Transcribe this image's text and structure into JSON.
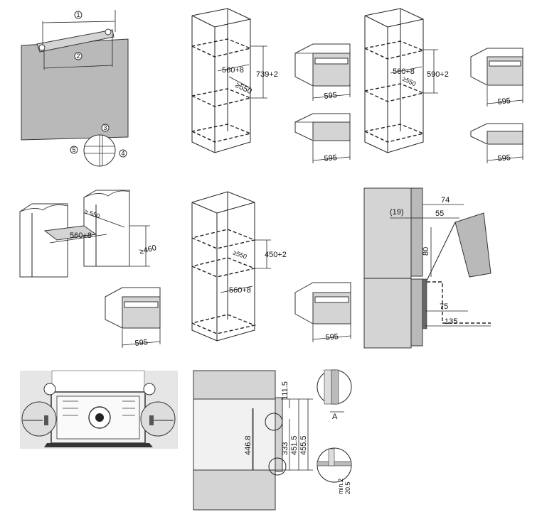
{
  "panel1": {
    "callouts": [
      "1",
      "2",
      "3",
      "4",
      "5"
    ]
  },
  "panel2": {
    "depth": "≥550",
    "width": "560+8",
    "height": "739+2"
  },
  "panel3": {
    "width_top": "595",
    "width_bottom": "595"
  },
  "panel4": {
    "depth": "≥550",
    "width": "560+8",
    "height": "590+2"
  },
  "panel5": {
    "width_top": "595",
    "width_bottom": "595"
  },
  "panel6": {
    "depth": "≥ 550",
    "width": "560+8",
    "height": "≥460"
  },
  "panel7": {
    "width": "595"
  },
  "panel8": {
    "depth": "≥550",
    "height": "450+2",
    "width": "560+8"
  },
  "panel9": {
    "width": "595"
  },
  "panel10": {
    "d74": "74",
    "d19": "(19)",
    "d55": "55",
    "d80": "80",
    "d75": "75",
    "d135": "135"
  },
  "panel12": {
    "d111_5": "111.5",
    "d446_8": "446.8",
    "d333": "333",
    "d451_5": "451.5",
    "d455_5": "455.5",
    "detail_a": "A",
    "min2": "min.2",
    "d20_5": "20.5"
  },
  "colors": {
    "panel_grey": "#b9b9b9",
    "light_grey": "#d4d4d4",
    "line": "#222222",
    "photo_bg": "#e6e6e6"
  }
}
